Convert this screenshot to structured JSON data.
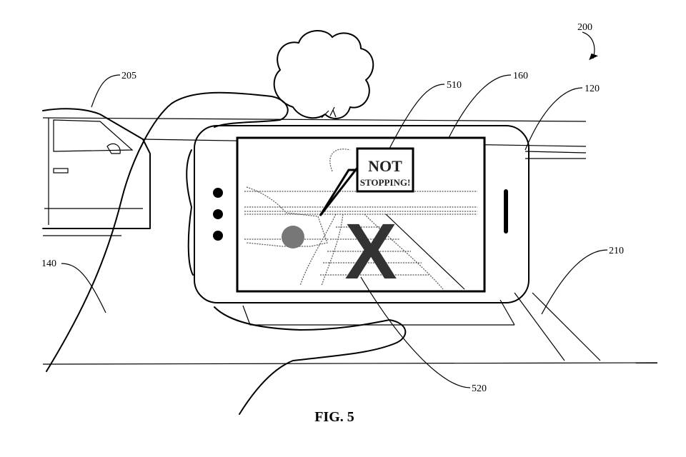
{
  "figure": {
    "caption": "FIG. 5",
    "reference_numerals": {
      "system": "200",
      "vehicle": "205",
      "alert": "510",
      "display": "160",
      "device": "120",
      "user": "140",
      "crosswalk": "210",
      "indicator": "520"
    },
    "screen": {
      "bubble_line1": "NOT",
      "bubble_line2": "STOPPING!",
      "indicator_symbol": "X"
    }
  }
}
